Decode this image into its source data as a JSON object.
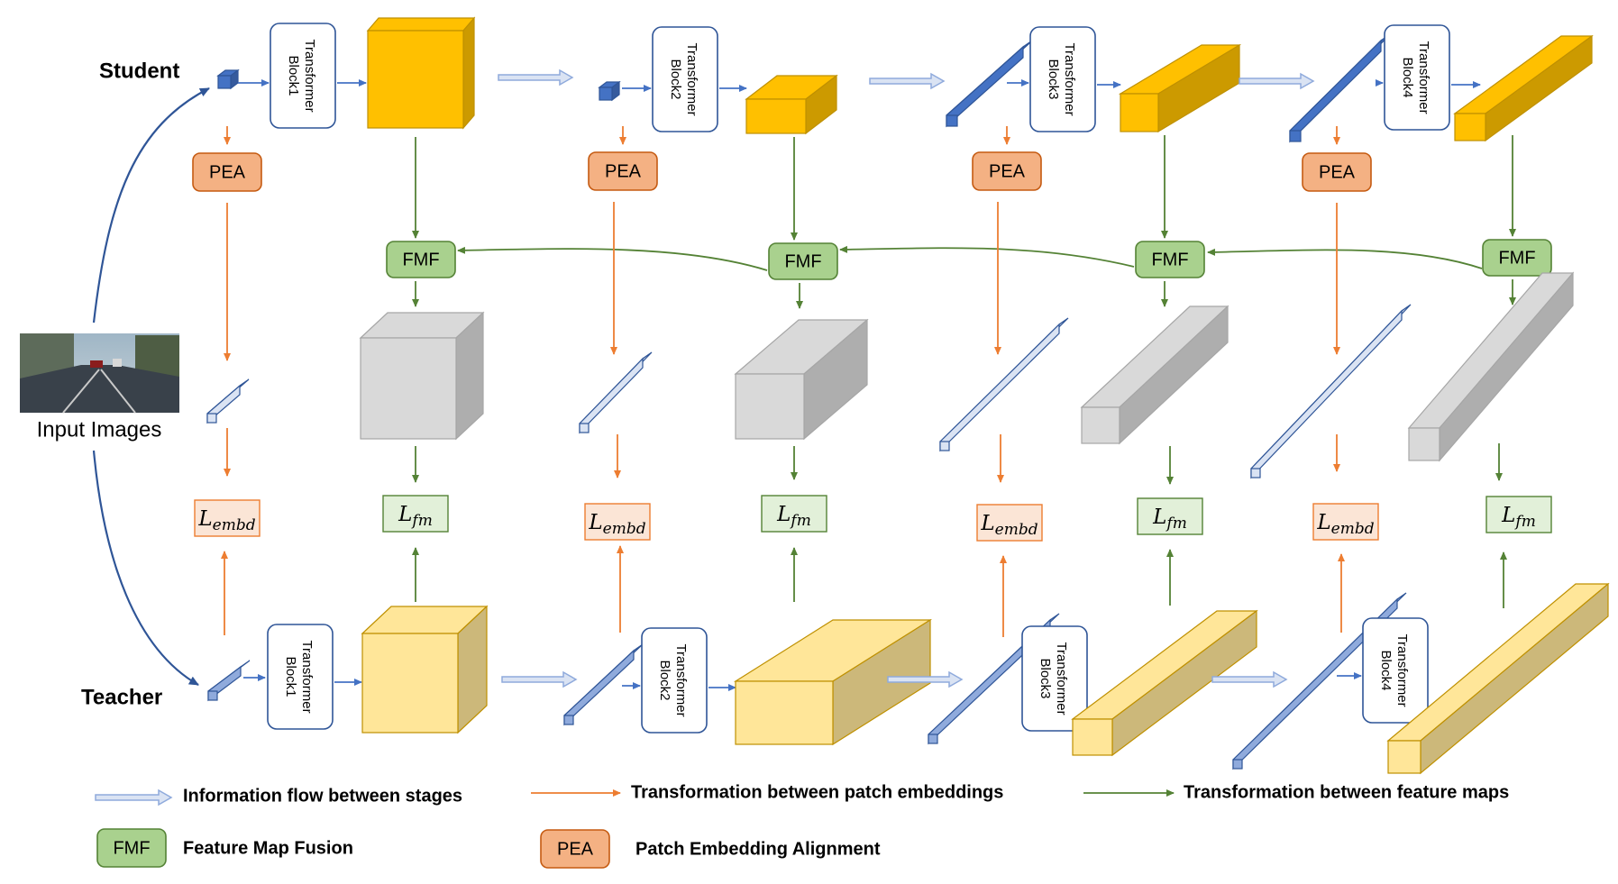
{
  "diagram": {
    "rows": {
      "student": "Student",
      "teacher": "Teacher"
    },
    "input_label": "Input Images",
    "blocks": {
      "student": [
        "Transformer Block1",
        "Transformer Block2",
        "Transformer Block3",
        "Transformer Block4"
      ],
      "teacher": [
        "Transformer Block1",
        "Transformer Block2",
        "Transformer Block3",
        "Transformer Block4"
      ]
    },
    "pea_label": "PEA",
    "fmf_label": "FMF",
    "loss_embd": {
      "base": "L",
      "sub": "embd"
    },
    "loss_fm": {
      "base": "L",
      "sub": "fm"
    }
  },
  "legend": {
    "flow": "Information flow between stages",
    "patch": "Transformation between patch embeddings",
    "feature": "Transformation between feature maps",
    "fmf_desc": "Feature Map Fusion",
    "pea_desc": "Patch Embedding Alignment"
  },
  "colors": {
    "student_feature": "#FFC000",
    "teacher_feature": "#FFE699",
    "embedding_dark": "#4472C4",
    "embedding_light": "#DAE3F3",
    "fused_gray": "#D9D9D9",
    "pea_fill": "#F4B183",
    "pea_border": "#C55A11",
    "fmf_fill": "#A9D18E",
    "fmf_border": "#548235",
    "embd_loss_fill": "#FBE5D6",
    "fm_loss_fill": "#E2F0D9",
    "orange_arrow": "#ED7D31",
    "green_arrow": "#548235",
    "blue_arrow": "#2F5597"
  },
  "icons": [
    "street-scene-thumbnail",
    "hollow-arrow",
    "cuboid"
  ]
}
